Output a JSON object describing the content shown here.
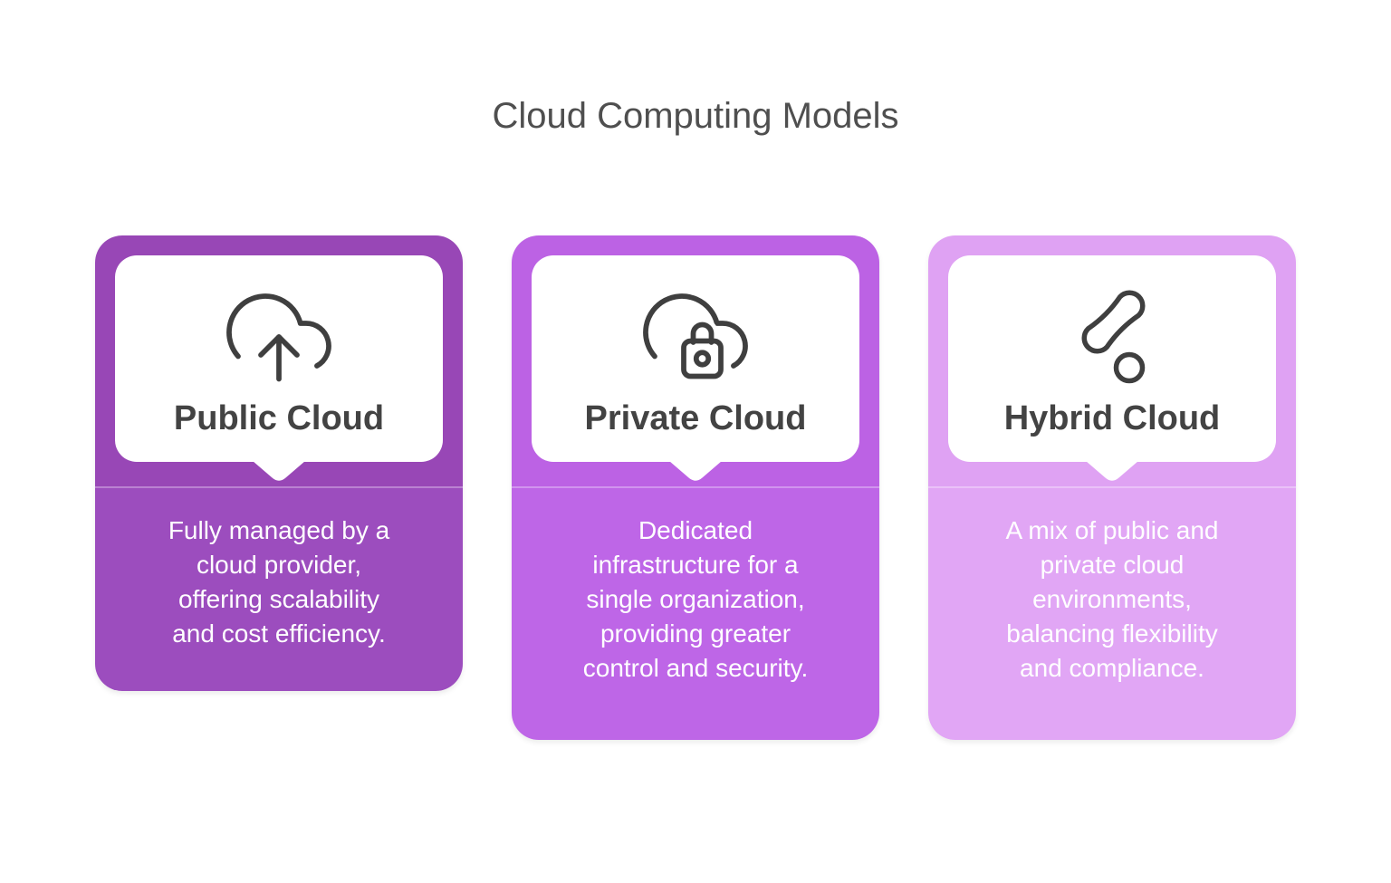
{
  "page": {
    "title": "Cloud Computing Models",
    "title_color": "#4f4f4f",
    "background_color": "#ffffff",
    "icon_stroke_color": "#3f3f3f",
    "card_title_color": "#434343"
  },
  "cards": [
    {
      "id": "public-cloud",
      "title": "Public Cloud",
      "icon": "cloud-upload-icon",
      "description": "Fully managed by a\ncloud provider,\noffering scalability\nand cost efficiency.",
      "header_color": "#9847b6",
      "body_color": "#9c4dbe",
      "text_color": "#ffffff"
    },
    {
      "id": "private-cloud",
      "title": "Private Cloud",
      "icon": "cloud-lock-icon",
      "description": "Dedicated\ninfrastructure for a\nsingle organization,\nproviding greater\ncontrol and security.",
      "header_color": "#bc62e4",
      "body_color": "#be66e7",
      "text_color": "#ffffff"
    },
    {
      "id": "hybrid-cloud",
      "title": "Hybrid Cloud",
      "icon": "hybrid-nodes-icon",
      "description": "A mix of public and\nprivate cloud\nenvironments,\nbalancing flexibility\nand compliance.",
      "header_color": "#dfa2f3",
      "body_color": "#e1a6f5",
      "text_color": "#ffffff"
    }
  ]
}
